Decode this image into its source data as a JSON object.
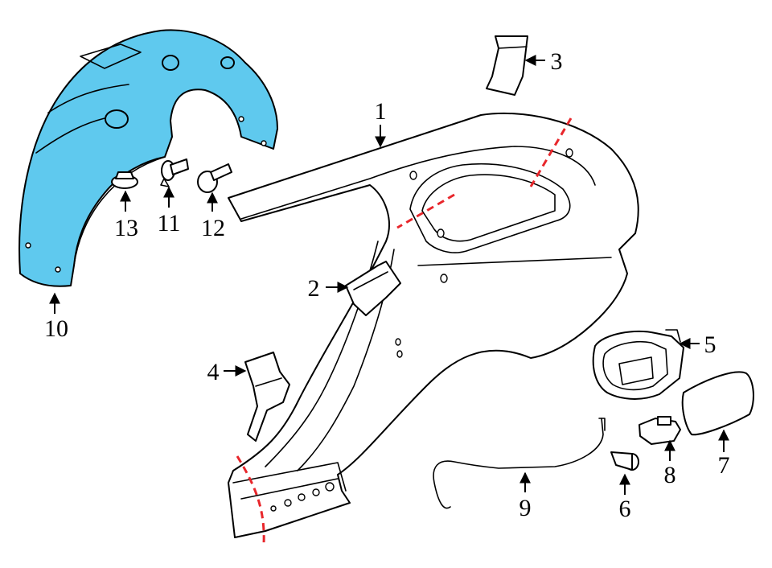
{
  "colors": {
    "highlight": "#5fc9ee",
    "cut_line": "#e8262b",
    "ink": "#000000"
  },
  "callouts": {
    "c1": "1",
    "c2": "2",
    "c3": "3",
    "c4": "4",
    "c5": "5",
    "c6": "6",
    "c7": "7",
    "c8": "8",
    "c9": "9",
    "c10": "10",
    "c11": "11",
    "c12": "12",
    "c13": "13"
  }
}
